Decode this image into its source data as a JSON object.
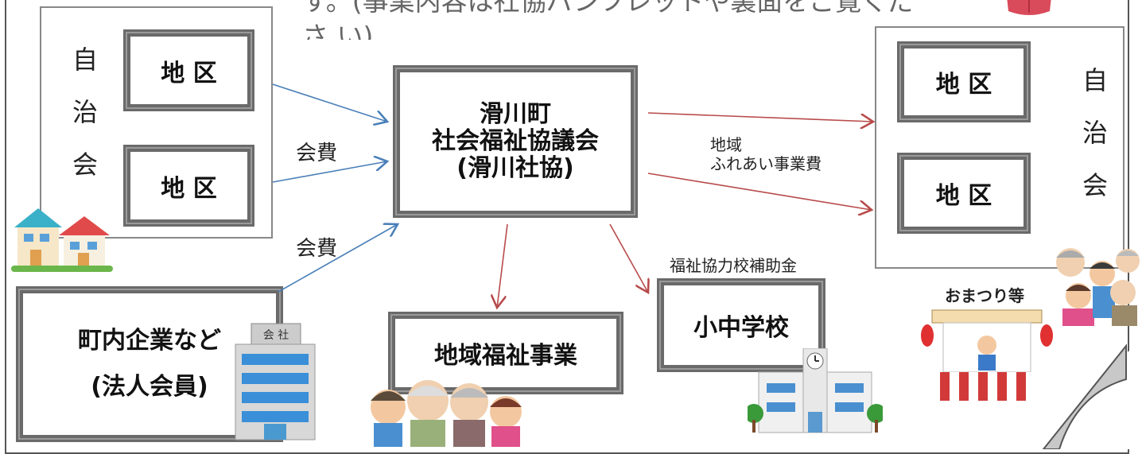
{
  "intro_text": "す。(事業内容は社協パンフレットや裏面をご覧くださ い)",
  "left_association": {
    "label": "自治会",
    "district_top": "地 区",
    "district_bottom": "地 区"
  },
  "right_association": {
    "label": "自治会",
    "district_top": "地 区",
    "district_bottom": "地 区"
  },
  "center": {
    "line1": "滑川町",
    "line2": "社会福祉協議会",
    "line3": "(滑川社協)"
  },
  "fee_label_1": "会費",
  "fee_label_2": "会費",
  "community_label_1": "地域",
  "community_label_2": "ふれあい事業費",
  "companies": {
    "line1": "町内企業など",
    "line2": "(法人会員)"
  },
  "welfare_project": "地域福祉事業",
  "school_subsidy": "福祉協力校補助金",
  "school": "小中学校",
  "festival_label": "おまつり等",
  "company_sign": "会 社",
  "colors": {
    "blue_arrow": "#4a7fb8",
    "red_arrow": "#b84a4a"
  },
  "icons": [
    "houses-icon",
    "company-building-icon",
    "elderly-group-icon",
    "school-building-icon",
    "festival-stall-icon",
    "family-group-icon",
    "page-curl-icon"
  ]
}
